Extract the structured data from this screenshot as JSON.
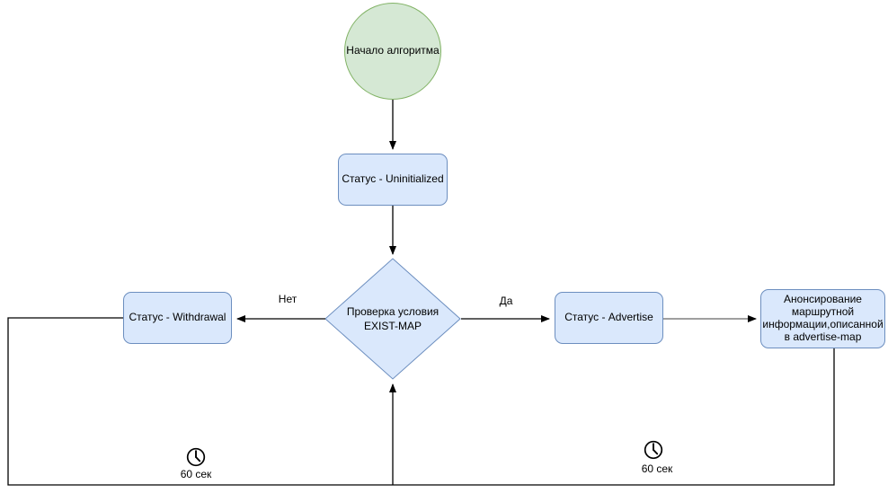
{
  "diagram": {
    "nodes": {
      "start": {
        "label": "Начало алгоритма"
      },
      "uninitialized": {
        "label": "Статус - Uninitialized"
      },
      "decision": {
        "label": "Проверка условия EXIST-MAP"
      },
      "withdrawal": {
        "label": "Статус - Withdrawal"
      },
      "advertise": {
        "label": "Статус - Advertise"
      },
      "advertise_map": {
        "label": "Анонсирование маршрутной информации,описанной в advertise-map"
      }
    },
    "edge_labels": {
      "no": "Нет",
      "yes": "Да"
    },
    "timers": {
      "left": {
        "label": "60 сек",
        "icon": "clock-icon"
      },
      "right": {
        "label": "60 сек",
        "icon": "clock-icon"
      }
    },
    "colors": {
      "process_fill": "#dae8fc",
      "process_border": "#6c8ebf",
      "start_fill": "#d5e8d4",
      "start_border": "#82b366",
      "line_black": "#000000",
      "line_gray": "#666666"
    }
  }
}
